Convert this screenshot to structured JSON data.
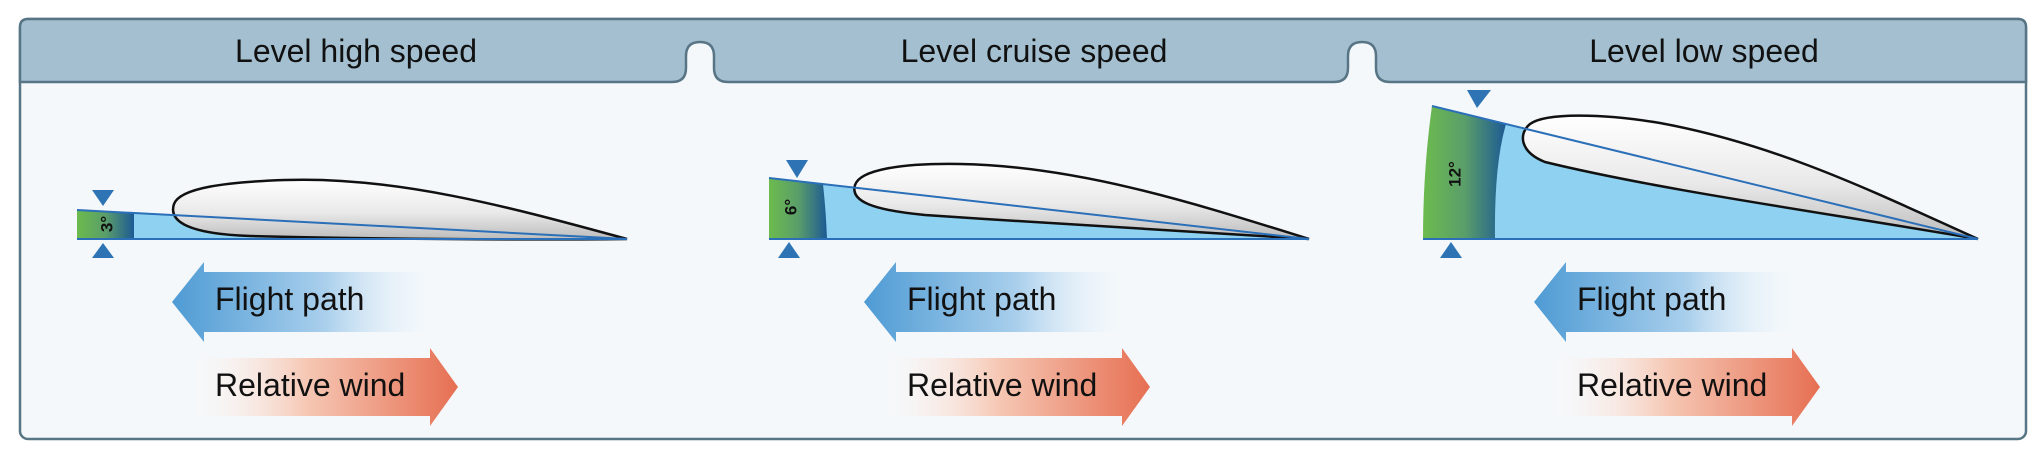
{
  "panels": [
    {
      "title": "Level high speed",
      "angle_label": "3°",
      "angle_deg": 3,
      "flight_path_label": "Flight path",
      "relative_wind_label": "Relative wind"
    },
    {
      "title": "Level cruise speed",
      "angle_label": "6°",
      "angle_deg": 6,
      "flight_path_label": "Flight path",
      "relative_wind_label": "Relative wind"
    },
    {
      "title": "Level low speed",
      "angle_label": "12°",
      "angle_deg": 12,
      "flight_path_label": "Flight path",
      "relative_wind_label": "Relative wind"
    }
  ],
  "colors": {
    "header": "#a3bfd0",
    "frame": "#587585",
    "background": "#f4f8fb",
    "chord_line": "#2a6fb8",
    "angle_fill": "#8fd1f0",
    "angle_marker": "#2e74b5",
    "angle_band_green": "#6cbb4d",
    "angle_band_blue": "#1d5a94",
    "flight_path_arrow": "#5ba3d8",
    "relative_wind_arrow": "#e8765a"
  }
}
